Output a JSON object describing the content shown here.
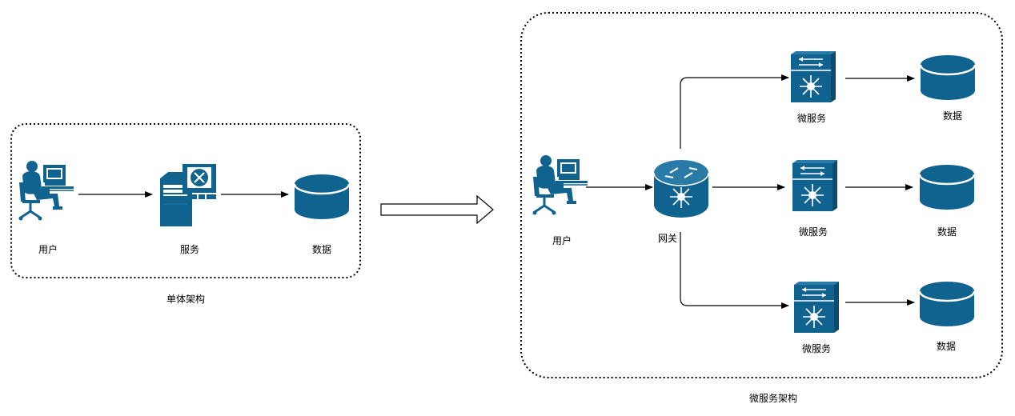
{
  "colors": {
    "icon": "#10628f",
    "icon_dark": "#0b4d72",
    "line": "#000000"
  },
  "monolith": {
    "caption": "单体架构",
    "user_label": "用户",
    "service_label": "服务",
    "data_label": "数据"
  },
  "micro": {
    "caption": "微服务架构",
    "user_label": "用户",
    "gateway_label": "网关",
    "services": [
      {
        "label": "微服务",
        "data_label": "数据"
      },
      {
        "label": "微服务",
        "data_label": "数据"
      },
      {
        "label": "微服务",
        "data_label": "数据"
      }
    ]
  }
}
